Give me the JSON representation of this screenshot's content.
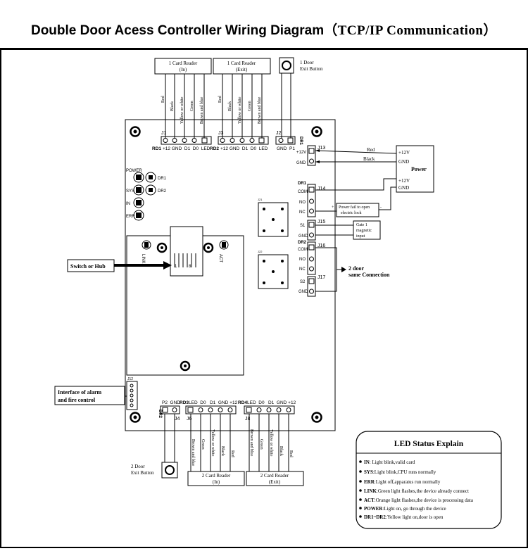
{
  "title": {
    "main": "Double Door Acess Controller Wiring Diagram",
    "sub": "（TCP/IP  Communication）"
  },
  "readers": {
    "r1_in": {
      "line1": "1 Card Reader",
      "line2": "(In)"
    },
    "r1_exit": {
      "line1": "1 Card Reader",
      "line2": "(Exit)"
    },
    "r2_in": {
      "line1": "2 Card Reader",
      "line2": "(In)"
    },
    "r2_exit": {
      "line1": "2 Card Reader",
      "line2": "(Exit)"
    }
  },
  "wire_colors": [
    "Red",
    "Black",
    "Yellow or white",
    "Green",
    "Brown and blue"
  ],
  "wire_colors_bottom": [
    "Brown and blue",
    "Green",
    "Yellow or white",
    "Black",
    "Red"
  ],
  "exit_buttons": {
    "door1": {
      "line1": "1 Door",
      "line2": "Exit Button"
    },
    "door2": {
      "line1": "2 Door",
      "line2": "Exit Button"
    }
  },
  "connectors": {
    "J1": {
      "id": "J1",
      "prefix": "RD1",
      "pins": "+12 GND  D1  D0  LED"
    },
    "J3": {
      "id": "J3",
      "prefix": "RD2",
      "pins": "+12 GND  D1  D0  LED"
    },
    "J2": {
      "id": "J2",
      "pins": "GND  P1",
      "side": "DR1"
    },
    "J13": {
      "id": "J13",
      "pin1": "+12V",
      "pin2": "GND"
    },
    "J14": {
      "id": "J14",
      "label": "DR1",
      "pins": [
        "COM",
        "NO",
        "NC"
      ]
    },
    "J15": {
      "id": "J15",
      "pins": [
        "S1",
        "GND"
      ]
    },
    "J16": {
      "id": "J16",
      "label": "DR2",
      "pins": [
        "COM",
        "NO",
        "NC"
      ]
    },
    "J17": {
      "id": "J17",
      "pins": [
        "S2",
        "GND"
      ]
    },
    "J4": {
      "id": "J4",
      "pins": "P2  GND",
      "side": "DR2"
    },
    "J6": {
      "id": "J6",
      "prefix": "RD3",
      "pins": "LED  D0   D1  GND +12"
    },
    "J8": {
      "id": "J8",
      "prefix": "RD4",
      "pins": "LED  D0   D1  GND +12"
    },
    "J12": {
      "id": "J12"
    },
    "J21": {
      "id": "J21"
    },
    "J22": {
      "id": "J22"
    }
  },
  "leds": {
    "power": "POWER",
    "sys": "SYS",
    "in": "IN",
    "err": "ERR",
    "dr1": "DR1",
    "dr2": "DR2",
    "link": "LINK",
    "act": "ACT"
  },
  "rj45_pins": {
    "p1": "1",
    "p8": "8"
  },
  "power": {
    "title": "Power",
    "top_pos": "+12V",
    "top_gnd": "GND",
    "bot_pos": "+12V",
    "bot_gnd": "GND",
    "wire_red": "Red",
    "wire_black": "Black"
  },
  "annotations": {
    "switch": "Switch or Hub",
    "lock_line1": "Power fail to open",
    "lock_line2": "electric lock",
    "lock_plus": "+",
    "lock_minus": "-",
    "gate_line1": "Gate 1",
    "gate_line2": "magnetic",
    "gate_line3": "input",
    "door2_line1": "2 door",
    "door2_line2": "same Connection",
    "alarm_line1": "Interface of alarm",
    "alarm_line2": "and fire control"
  },
  "led_status": {
    "title": "LED Status Explain",
    "items": [
      {
        "key": "IN",
        "text": ": Light blink,valid card"
      },
      {
        "key": "SYS",
        "text": ":Light blink,CPU runs normally"
      },
      {
        "key": "ERR",
        "text": ":Light off,apparatus run normally"
      },
      {
        "key": "LINK",
        "text": ":Green light flashes,the device already connect"
      },
      {
        "key": "ACT",
        "text": ":Orange light flashes,the device is processing data"
      },
      {
        "key": "POWER",
        "text": ":Light on, go through the device"
      },
      {
        "key": "DR1~DR2",
        "text": ":Yellow light on,door is open"
      }
    ]
  }
}
